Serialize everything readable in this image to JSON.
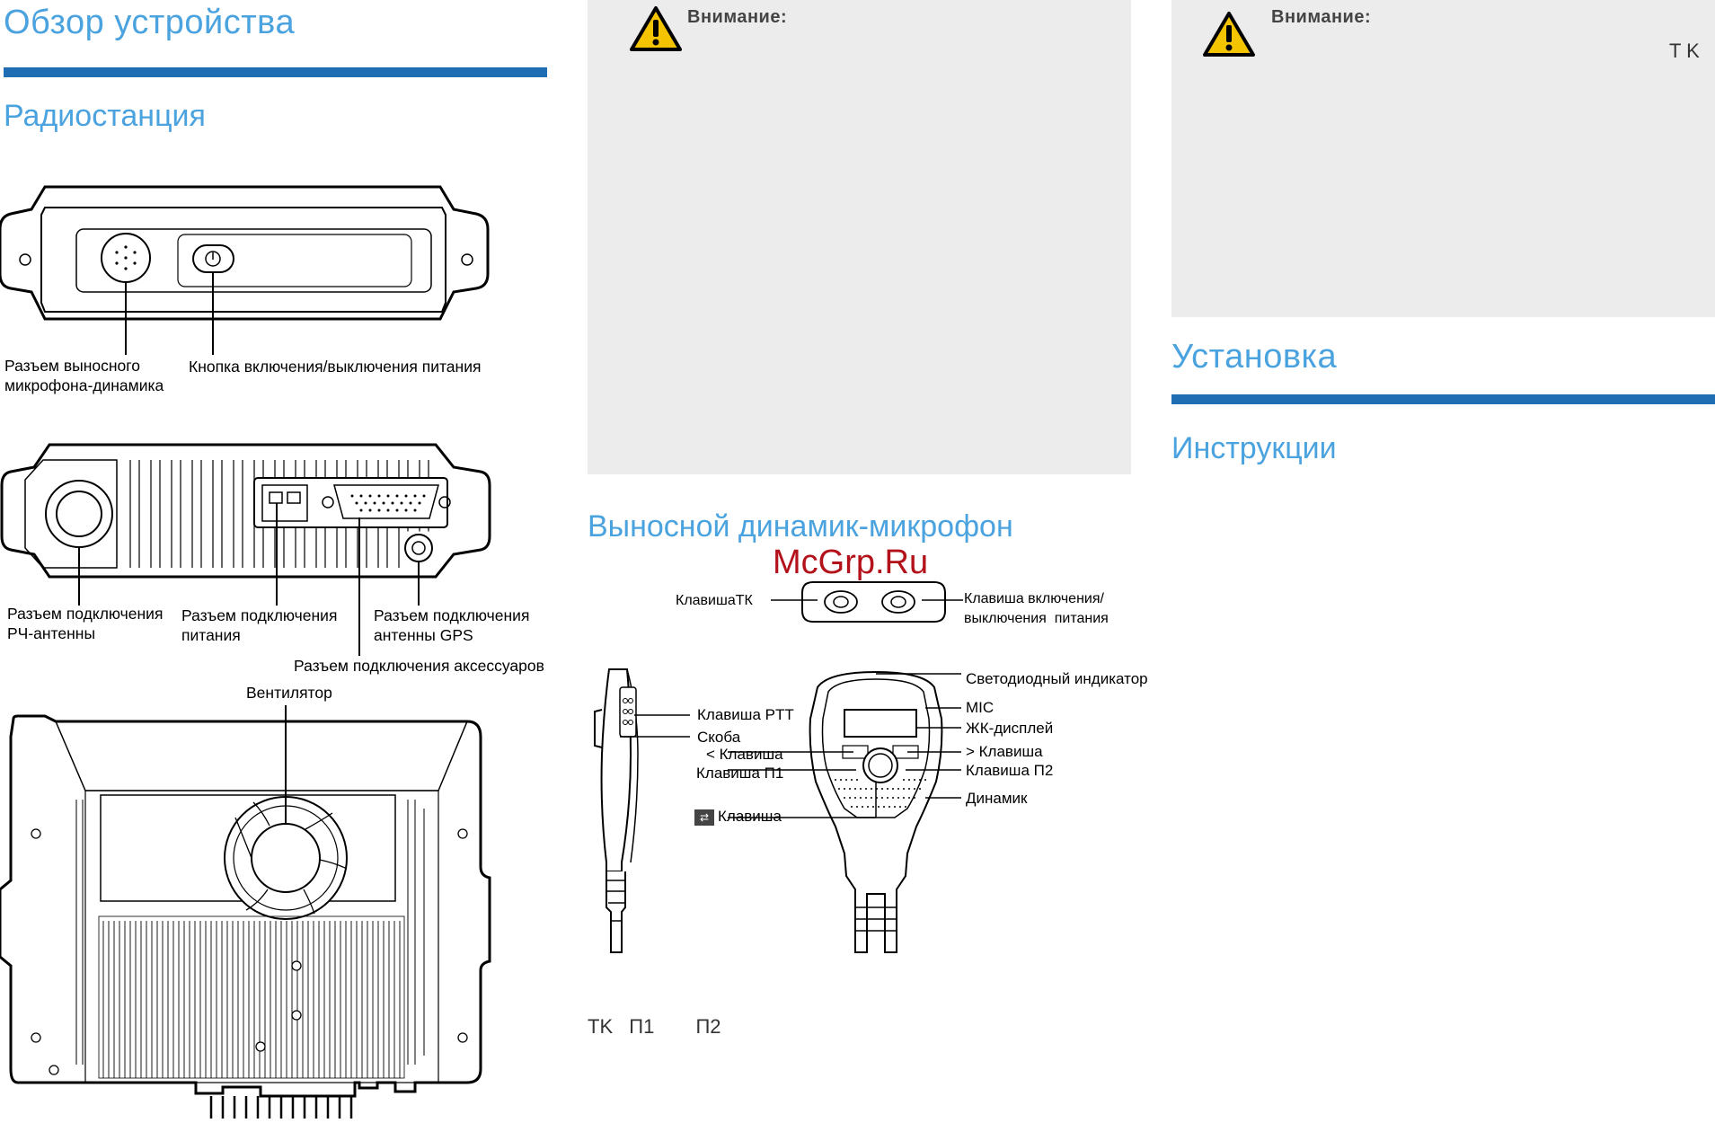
{
  "left": {
    "title": "Обзор устройства",
    "subtitle": "Радиостанция",
    "labels": {
      "mic_connector": "Разъем выносного\nмикрофона-динамика",
      "power_button": "Кнопка включения/выключения питания",
      "rf_antenna": "Разъем подключения\nРЧ-антенны",
      "power_connector": "Разъем подключения\nпитания",
      "gps_antenna": "Разъем подключения\nантенны GPS",
      "accessories": "Разъем подключения аксессуаров",
      "fan": "Вентилятор"
    }
  },
  "middle": {
    "warning_title": "Внимание:",
    "section_title": "Выносной динамик-микрофон",
    "watermark": "McGrp.Ru",
    "labels": {
      "tk_key": "КлавишаТК",
      "power_key": "Клавиша включения/\nвыключения  питания",
      "led": "Светодиодный индикатор",
      "ptt": "Клавиша PTT",
      "clip": "Скоба",
      "mic": "MIC",
      "lcd": "ЖК-дисплей",
      "left_key": "< Клавиша",
      "right_key": "> Клавиша",
      "p1_key": "Клавиша П1",
      "p2_key": "Клавиша П2",
      "speaker": "Динамик",
      "switch_key": "Клавиша"
    },
    "footer": {
      "tk": "TK",
      "p1": "П1",
      "p2": "П2"
    }
  },
  "right": {
    "warning_title": "Внимание:",
    "tk_text": "T K",
    "section_title": "Установка",
    "subtitle": "Инструкции"
  }
}
